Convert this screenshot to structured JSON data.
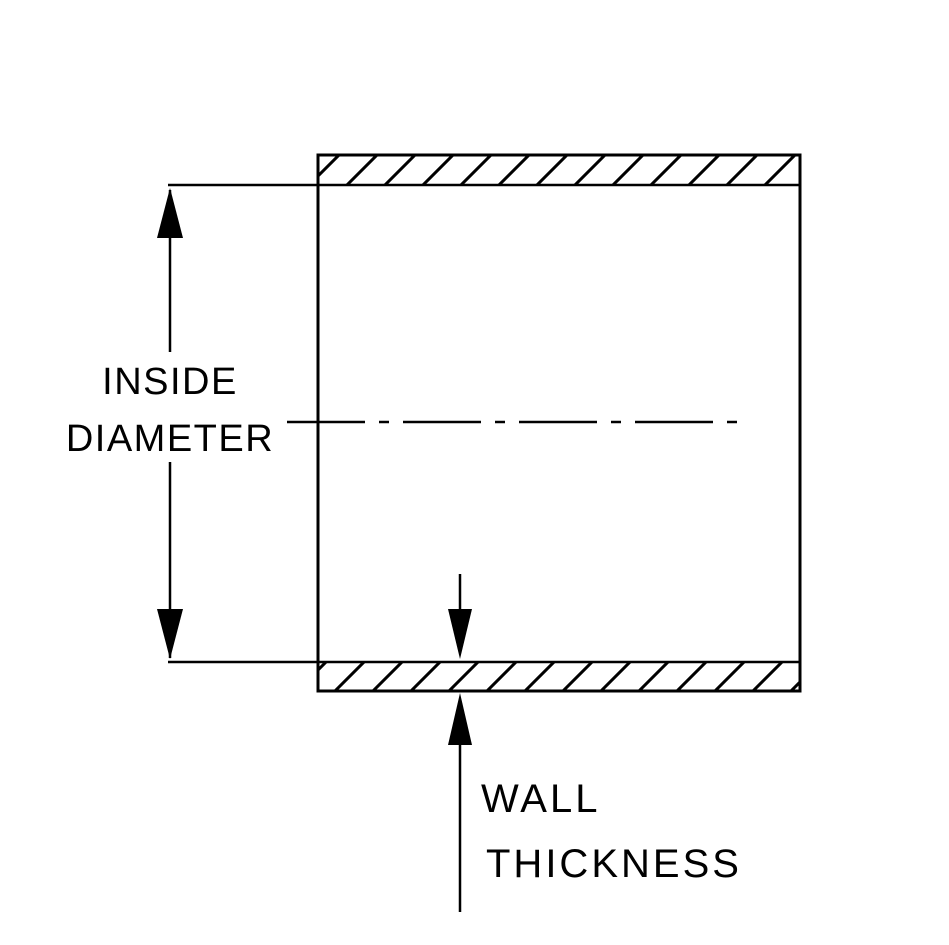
{
  "diagram": {
    "type": "technical-dimension-drawing",
    "subject": "tube cross-section with wall hatching",
    "colors": {
      "line": "#000000",
      "background": "#ffffff"
    },
    "labels": {
      "inside_diameter": {
        "line1": "INSIDE",
        "line2": "DIAMETER"
      },
      "wall_thickness": {
        "line1": "WALL",
        "line2": "THICKNESS"
      }
    }
  }
}
